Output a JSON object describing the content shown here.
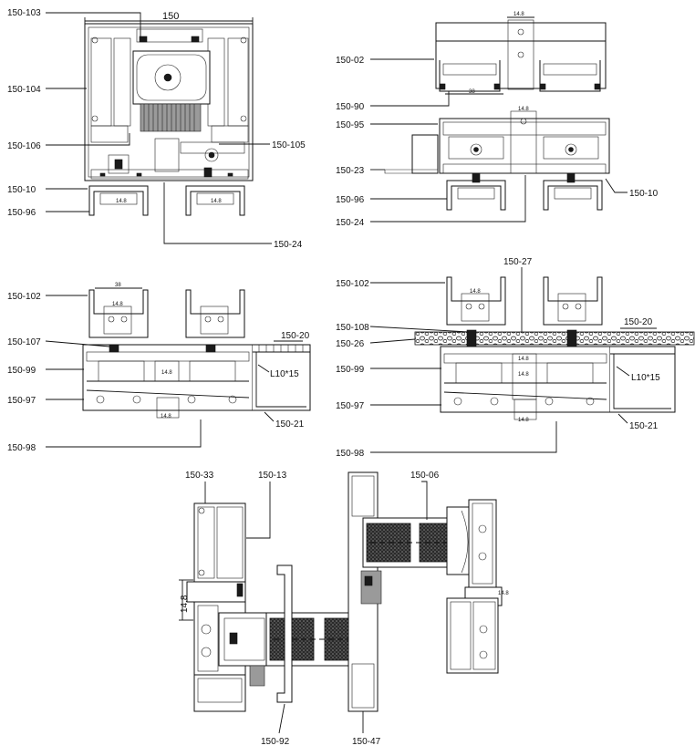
{
  "labels": {
    "s1_width": "150",
    "s1_103": "150-103",
    "s1_104": "150-104",
    "s1_106": "150-106",
    "s1_105": "150-105",
    "s1_10": "150-10",
    "s1_96": "150-96",
    "s1_24": "150-24",
    "s2_02": "150-02",
    "s2_90": "150-90",
    "s2_95": "150-95",
    "s2_23": "150-23",
    "s2_96": "150-96",
    "s2_24": "150-24",
    "s2_10": "150-10",
    "s3_102": "150-102",
    "s3_107": "150-107",
    "s3_99": "150-99",
    "s3_97": "150-97",
    "s3_98": "150-98",
    "s3_20": "150-20",
    "s3_21": "150-21",
    "s3_l": "L10*15",
    "s4_102": "150-102",
    "s4_27": "150-27",
    "s4_108": "150-108",
    "s4_26": "150-26",
    "s4_99": "150-99",
    "s4_97": "150-97",
    "s4_98": "150-98",
    "s4_20": "150-20",
    "s4_21": "150-21",
    "s4_l": "L10*15",
    "s5_33": "150-33",
    "s5_13": "150-13",
    "s5_06": "150-06",
    "s5_92": "150-92",
    "s5_47": "150-47",
    "s5_148": "14.8"
  },
  "dims": {
    "d148": "14.8",
    "d38": "38"
  }
}
